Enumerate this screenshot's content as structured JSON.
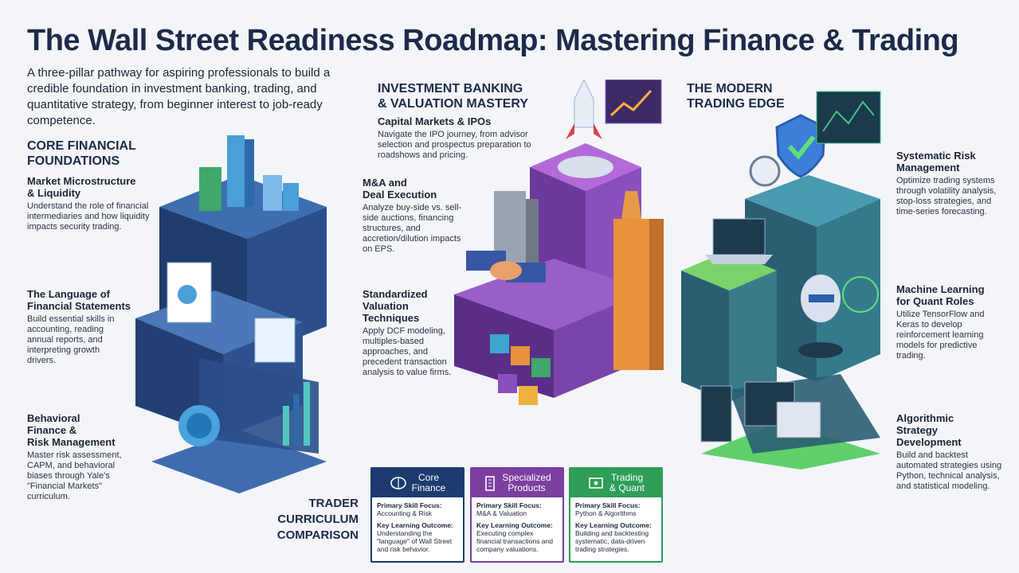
{
  "title": "The Wall Street Readiness Roadmap: Mastering Finance & Trading",
  "intro": "A three-pillar pathway for aspiring professionals to build a credible foundation in investment banking, trading, and quantitative strategy, from beginner interest to job-ready competence.",
  "colors": {
    "navy": "#1d3b6e",
    "purple": "#7b3fa0",
    "green": "#2e9e58",
    "teal": "#2a6f7a"
  },
  "pillars": [
    {
      "title_lines": [
        "Core Financial",
        "Foundations"
      ],
      "sections": [
        {
          "head_lines": [
            "Market Microstructure",
            "& Liquidity"
          ],
          "body": "Understand the role of financial intermediaries and how liquidity impacts security trading."
        },
        {
          "head_lines": [
            "The Language of",
            "Financial Statements"
          ],
          "body": "Build essential skills in accounting, reading annual reports, and interpreting growth drivers."
        },
        {
          "head_lines": [
            "Behavioral",
            "Finance &",
            "Risk Management"
          ],
          "body": "Master risk assessment, CAPM, and behavioral biases through Yale's \"Financial Markets\" curriculum."
        }
      ]
    },
    {
      "title_lines": [
        "Investment Banking",
        "& Valuation Mastery"
      ],
      "sections": [
        {
          "head_lines": [
            "Capital Markets & IPOs"
          ],
          "body": "Navigate the IPO journey, from advisor selection and prospectus preparation to roadshows and pricing."
        },
        {
          "head_lines": [
            "M&A and",
            "Deal Execution"
          ],
          "body": "Analyze buy-side vs. sell-side auctions, financing structures, and accretion/dilution impacts on EPS."
        },
        {
          "head_lines": [
            "Standardized",
            "Valuation",
            "Techniques"
          ],
          "body": "Apply DCF modeling, multiples-based approaches, and precedent transaction analysis to value firms."
        }
      ]
    },
    {
      "title_lines": [
        "The Modern",
        "Trading Edge"
      ],
      "sections": [
        {
          "head_lines": [
            "Systematic Risk",
            "Management"
          ],
          "body": "Optimize trading systems through volatility analysis, stop-loss strategies, and time-series forecasting."
        },
        {
          "head_lines": [
            "Machine Learning",
            "for Quant Roles"
          ],
          "body": "Utilize TensorFlow and Keras to develop reinforcement learning models for predictive trading."
        },
        {
          "head_lines": [
            "Algorithmic",
            "Strategy",
            "Development"
          ],
          "body": "Build and backtest automated strategies using Python, technical analysis, and statistical modeling."
        }
      ]
    }
  ],
  "comparison": {
    "title_lines": [
      "TRADER",
      "CURRICULUM",
      "COMPARISON"
    ],
    "focus_label": "Primary Skill Focus:",
    "outcome_label": "Key Learning Outcome:",
    "cards": [
      {
        "name_lines": [
          "Core",
          "Finance"
        ],
        "icon": "brain-icon",
        "focus": "Accounting & Risk",
        "outcome": "Understanding the \"language\" of Wall Street and risk behavior."
      },
      {
        "name_lines": [
          "Specialized",
          "Products"
        ],
        "icon": "building-icon",
        "focus": "M&A & Valuation",
        "outcome": "Executing complex financial transactions and company valuations."
      },
      {
        "name_lines": [
          "Trading",
          "& Quant"
        ],
        "icon": "circuit-icon",
        "focus": "Python & Algorithms",
        "outcome": "Building and backtesting systematic, data-driven trading strategies."
      }
    ]
  }
}
